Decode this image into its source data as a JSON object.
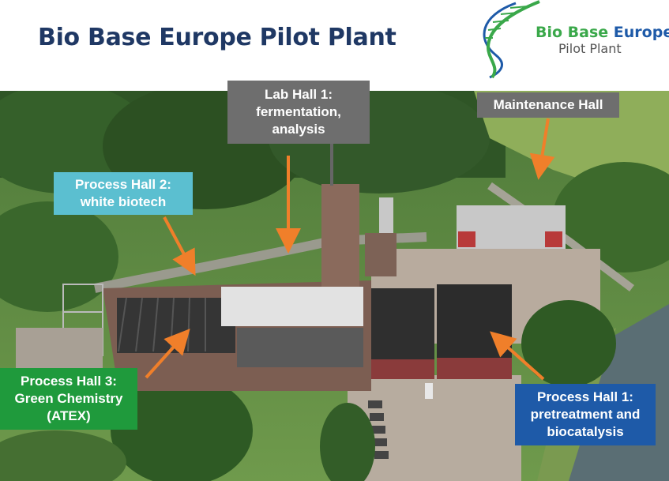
{
  "slide": {
    "title": "Bio Base Europe Pilot Plant"
  },
  "logo": {
    "line1_part1": "Bio Base",
    "line1_part2": "Europe",
    "line2": "Pilot Plant",
    "icon": "dna-helix-icon",
    "colors": {
      "green": "#3aa84a",
      "blue": "#1e5aa8",
      "grey": "#555555"
    }
  },
  "labels": {
    "lab_hall_1": {
      "lines": [
        "Lab Hall 1:",
        "fermentation,",
        "analysis"
      ],
      "bg": "#6e6e6e"
    },
    "maintenance_hall": {
      "lines": [
        "Maintenance Hall"
      ],
      "bg": "#6e6e6e"
    },
    "process_hall_2": {
      "lines": [
        "Process Hall 2:",
        "white biotech"
      ],
      "bg": "#5bbfd0"
    },
    "process_hall_3": {
      "lines": [
        "Process Hall 3:",
        "Green Chemistry",
        "(ATEX)"
      ],
      "bg": "#1f9a3c"
    },
    "process_hall_1": {
      "lines": [
        "Process Hall 1:",
        "pretreatment and",
        "biocatalysis"
      ],
      "bg": "#1e5aa8"
    }
  },
  "arrow_color": "#f07f2a"
}
